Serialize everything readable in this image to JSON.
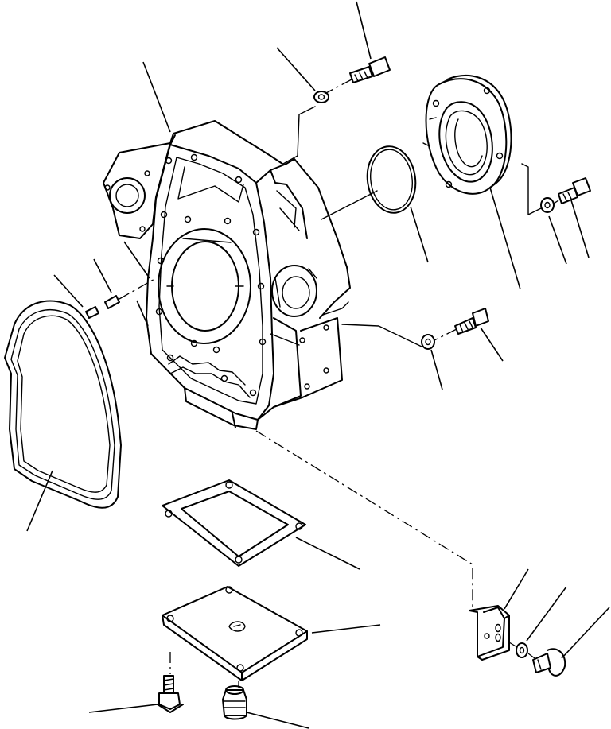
{
  "diagram": {
    "kind": "exploded-parts-view",
    "background": "#ffffff",
    "ink": "#000000",
    "parts": [
      "flywheel-housing",
      "housing-gasket",
      "dowel-pin",
      "o-ring",
      "seal-retainer",
      "inspection-cover-gasket",
      "inspection-cover",
      "bracket",
      "bolt",
      "washer",
      "plug"
    ]
  }
}
